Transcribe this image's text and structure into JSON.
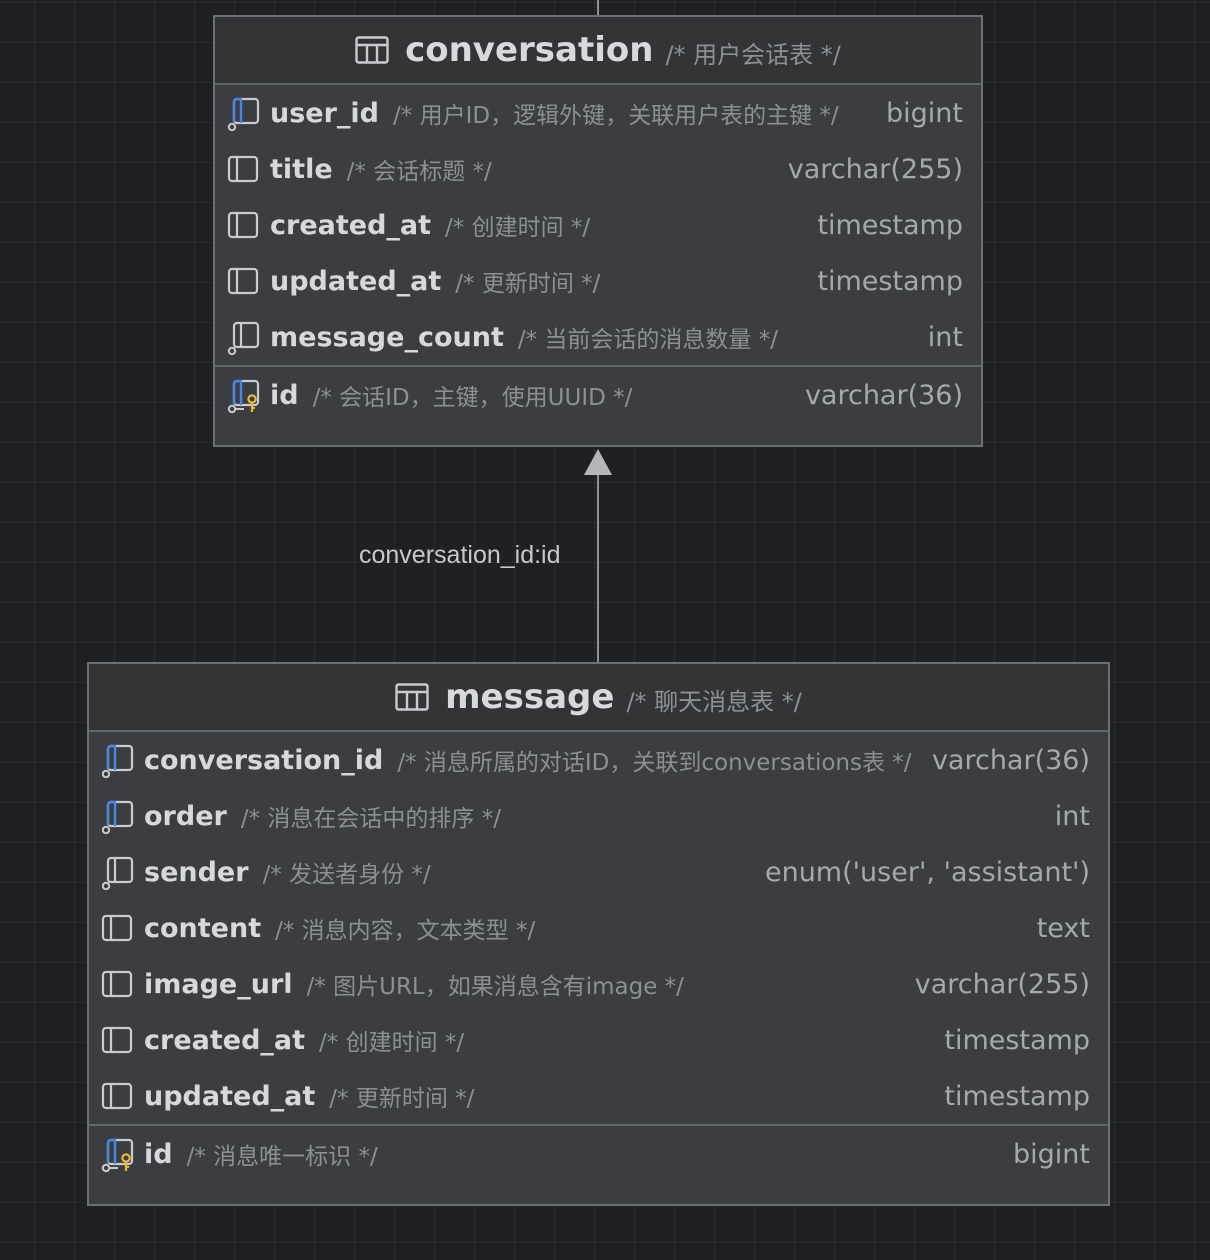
{
  "relationship": {
    "label": "conversation_id:id",
    "line_color": "#8f9194"
  },
  "colors": {
    "canvas": "#1f2023",
    "table_body": "#3b3d40",
    "table_header": "#323436",
    "fk_icon": "#4a86e8",
    "key_icon": "#e5b93a"
  },
  "tables": {
    "conversation": {
      "name": "conversation",
      "comment": "/* 用户会话表 */",
      "columns": [
        {
          "name": "user_id",
          "comment": "/* 用户ID，逻辑外键，关联用户表的主键 */",
          "type": "bigint",
          "icon": "foreign-key-column-icon"
        },
        {
          "name": "title",
          "comment": "/* 会话标题 */",
          "type": "varchar(255)",
          "icon": "column-icon"
        },
        {
          "name": "created_at",
          "comment": "/* 创建时间 */",
          "type": "timestamp",
          "icon": "column-icon"
        },
        {
          "name": "updated_at",
          "comment": "/* 更新时间 */",
          "type": "timestamp",
          "icon": "column-icon"
        },
        {
          "name": "message_count",
          "comment": "/* 当前会话的消息数量 */",
          "type": "int",
          "icon": "not-null-column-icon"
        }
      ],
      "primary_key": {
        "name": "id",
        "comment": "/* 会话ID，主键，使用UUID */",
        "type": "varchar(36)",
        "icon": "primary-key-icon"
      }
    },
    "message": {
      "name": "message",
      "comment": "/* 聊天消息表 */",
      "columns": [
        {
          "name": "conversation_id",
          "comment": "/* 消息所属的对话ID，关联到conversations表 */",
          "type": "varchar(36)",
          "icon": "foreign-key-column-icon"
        },
        {
          "name": "order",
          "comment": "/* 消息在会话中的排序 */",
          "type": "int",
          "icon": "foreign-key-column-icon"
        },
        {
          "name": "sender",
          "comment": "/* 发送者身份 */",
          "type": "enum('user', 'assistant')",
          "icon": "not-null-column-icon"
        },
        {
          "name": "content",
          "comment": "/* 消息内容，文本类型 */",
          "type": "text",
          "icon": "column-icon"
        },
        {
          "name": "image_url",
          "comment": "/* 图片URL，如果消息含有image */",
          "type": "varchar(255)",
          "icon": "column-icon"
        },
        {
          "name": "created_at",
          "comment": "/* 创建时间 */",
          "type": "timestamp",
          "icon": "column-icon"
        },
        {
          "name": "updated_at",
          "comment": "/* 更新时间 */",
          "type": "timestamp",
          "icon": "column-icon"
        }
      ],
      "primary_key": {
        "name": "id",
        "comment": "/* 消息唯一标识 */",
        "type": "bigint",
        "icon": "primary-key-icon"
      }
    }
  }
}
